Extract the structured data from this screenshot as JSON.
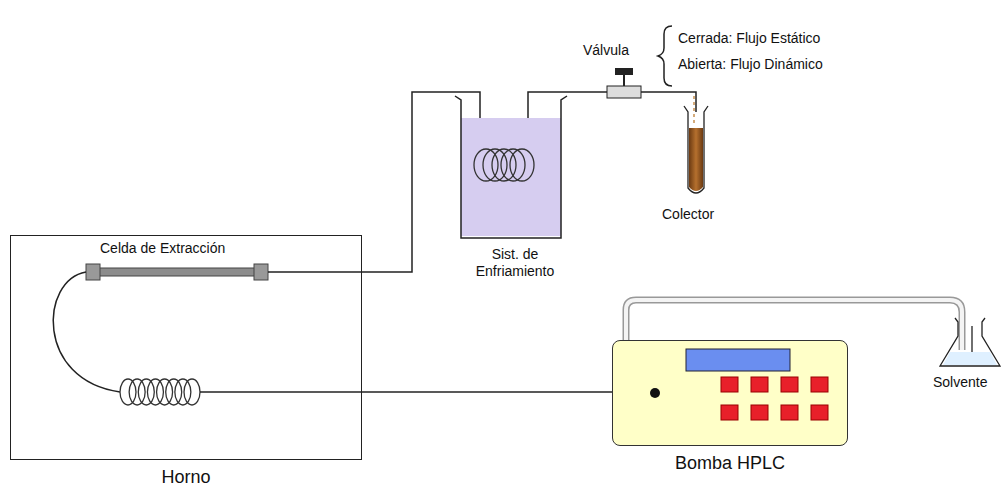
{
  "diagram": {
    "nodes": [
      {
        "text": [
          "Horno"
        ]
      },
      {
        "text": [
          "Bomba HPLC"
        ]
      }
    ],
    "edges": [
      {
        "from": 1,
        "to": 0,
        "arrow": "none"
      }
    ],
    "labels": [
      "Celda de Extracción",
      "Sist. de Enfriamiento",
      "Válvula",
      "Cerrada: Flujo Estático",
      "Abierta: Flujo Dinámico",
      "Colector",
      "Solvente"
    ]
  }
}
